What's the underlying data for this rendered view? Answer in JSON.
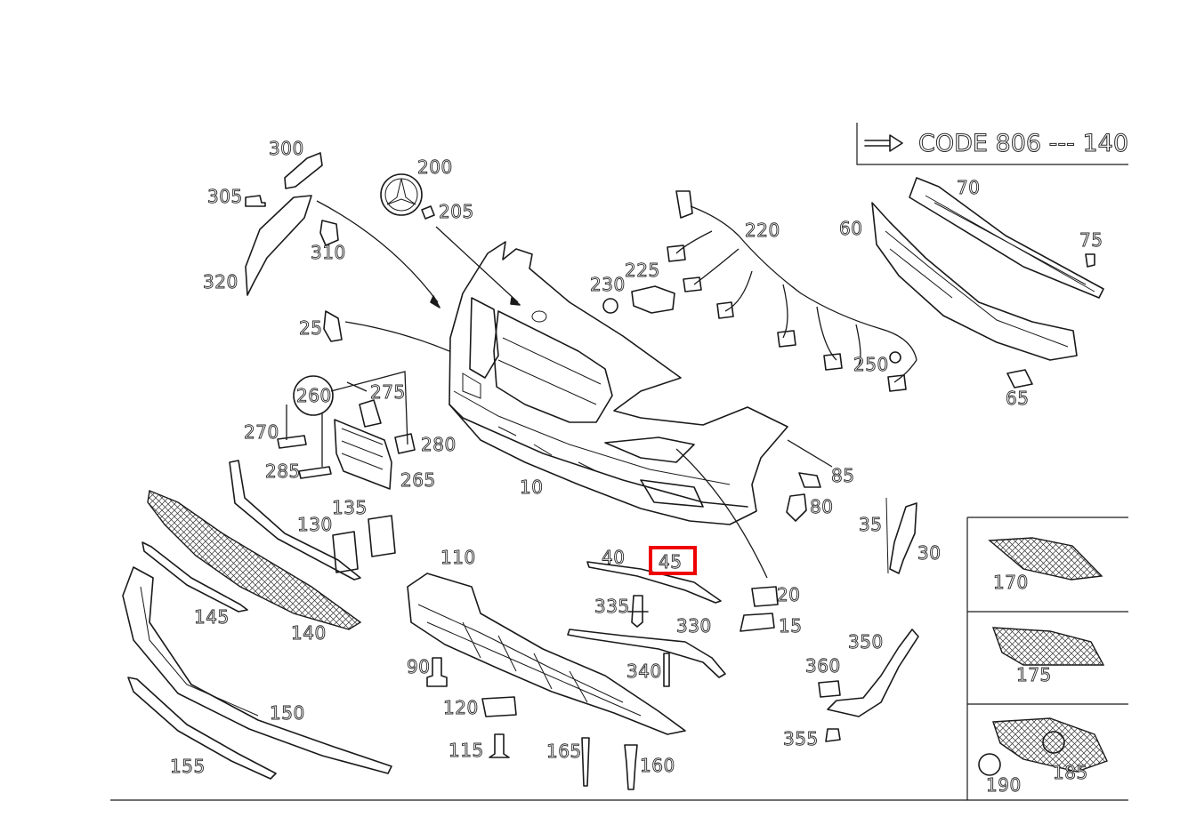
{
  "code_note": {
    "text": "CODE 806 --- 140"
  },
  "highlight": {
    "label": "45",
    "color": "#ee0000"
  },
  "labels": {
    "p300": "300",
    "p305": "305",
    "p320": "320",
    "p310": "310",
    "p200": "200",
    "p205": "205",
    "p25": "25",
    "p260": "260",
    "p275": "275",
    "p270": "270",
    "p280": "280",
    "p285": "285",
    "p265": "265",
    "p10": "10",
    "p220": "220",
    "p225": "225",
    "p230": "230",
    "p250": "250",
    "p60": "60",
    "p70": "70",
    "p75": "75",
    "p65": "65",
    "p85": "85",
    "p80": "80",
    "p35": "35",
    "p30": "30",
    "p135": "135",
    "p130": "130",
    "p145": "145",
    "p140": "140",
    "p110": "110",
    "p40": "40",
    "p45": "45",
    "p335": "335",
    "p330": "330",
    "p20": "20",
    "p15": "15",
    "p340": "340",
    "p90": "90",
    "p120": "120",
    "p115": "115",
    "p165": "165",
    "p160": "160",
    "p150": "150",
    "p155": "155",
    "p350": "350",
    "p360": "360",
    "p355": "355",
    "p170": "170",
    "p175": "175",
    "p185": "185",
    "p190": "190"
  }
}
